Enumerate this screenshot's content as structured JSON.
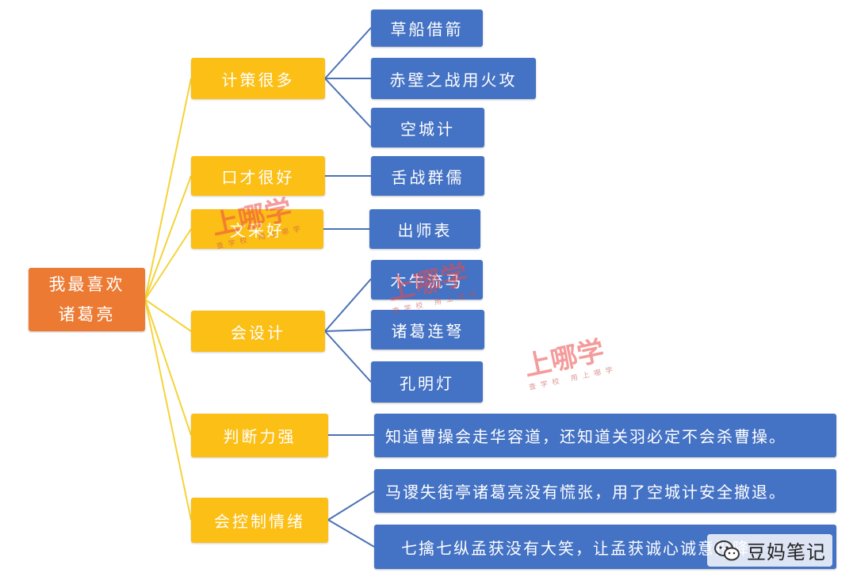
{
  "root": {
    "line1": "我最喜欢",
    "line2": "诸葛亮"
  },
  "branches": [
    {
      "label": "计策很多",
      "leaves": [
        "草船借箭",
        "赤壁之战用火攻",
        "空城计"
      ]
    },
    {
      "label": "口才很好",
      "leaves": [
        "舌战群儒"
      ]
    },
    {
      "label": "文采好",
      "leaves": [
        "出师表"
      ]
    },
    {
      "label": "会设计",
      "leaves": [
        "木牛流马",
        "诸葛连弩",
        "孔明灯"
      ]
    },
    {
      "label": "判断力强",
      "leaves": [
        "知道曹操会走华容道，还知道关羽必定不会杀曹操。"
      ]
    },
    {
      "label": "会控制情绪",
      "leaves": [
        "马谡失街亭诸葛亮没有慌张，用了空城计安全撤退。",
        "七擒七纵孟获没有大笑，让孟获诚心诚意投降。"
      ]
    }
  ],
  "watermark": {
    "title": "上哪学",
    "subtitle": "查学校 用上哪学"
  },
  "brand": {
    "name": "豆妈笔记",
    "icon": "wechat-icon"
  },
  "colors": {
    "root": "#ec7a32",
    "branch": "#fbbf16",
    "leaf": "#4472c4",
    "branch_line": "#f5d33a",
    "leaf_line": "#4a72b5"
  }
}
